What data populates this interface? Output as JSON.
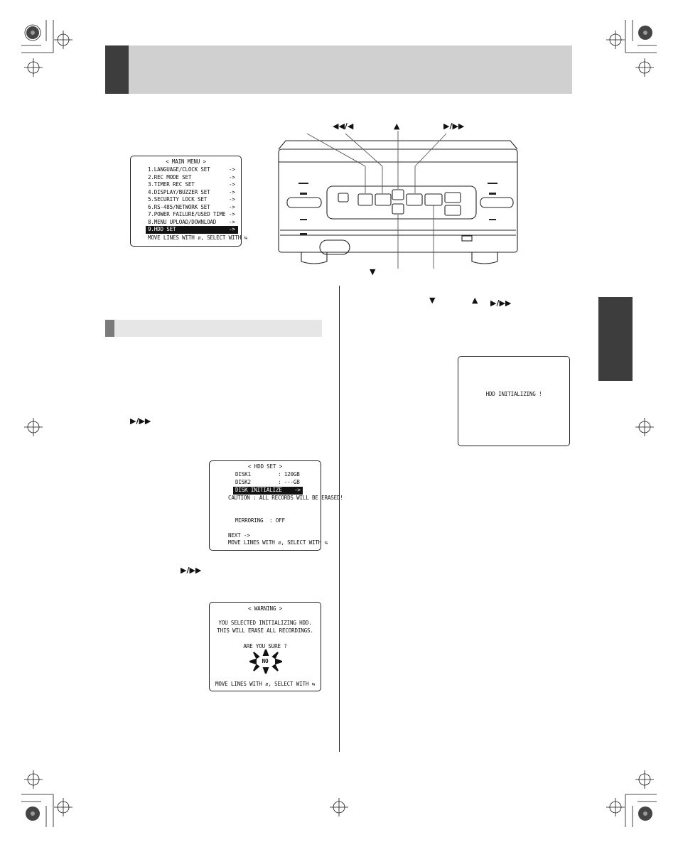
{
  "header": {},
  "labels": {
    "rewind": "◀◀/◀",
    "up": "▲",
    "forward": "▶/▶▶",
    "down": "▼"
  },
  "main_menu": {
    "title": "< MAIN MENU >",
    "items": [
      "1.LANGUAGE/CLOCK SET",
      "2.REC MODE SET",
      "3.TIMER REC SET",
      "4.DISPLAY/BUZZER SET",
      "5.SECURITY LOCK SET",
      "6.RS-485/NETWORK SET",
      "7.POWER FAILURE/USED TIME",
      "8.MENU UPLOAD/DOWNLOAD",
      "9.HDD SET"
    ],
    "arrow": "->",
    "footer": "MOVE LINES WITH ⇵, SELECT WITH ⇆"
  },
  "hdd_set": {
    "title": "< HDD SET >",
    "disk1_label": "DISK1",
    "disk1_value": ": 120GB",
    "disk2_label": "DISK2",
    "disk2_value": ": ---GB",
    "disk_init": "DISK INITIALIZE    ->",
    "caution": "CAUTION : ALL RECORDS WILL BE ERASED!",
    "mirroring_label": "MIRRORING",
    "mirroring_value": ": OFF",
    "next": "NEXT ->",
    "footer": "MOVE LINES WITH ⇵, SELECT WITH ⇆"
  },
  "warning": {
    "title": "< WARNING >",
    "line1": "YOU SELECTED INITIALIZING HDD.",
    "line2": "THIS WILL ERASE ALL RECORDINGS.",
    "question": "ARE YOU SURE ?",
    "answer": "NO",
    "footer": "MOVE LINES WITH ⇵, SELECT WITH ⇆"
  },
  "initializing": {
    "message": "HDD INITIALIZING !"
  },
  "inline_icons": {
    "forward_1": "▶/▶▶",
    "forward_2": "▶/▶▶",
    "forward_3": "▶/▶▶",
    "down": "▼",
    "up": "▲"
  }
}
